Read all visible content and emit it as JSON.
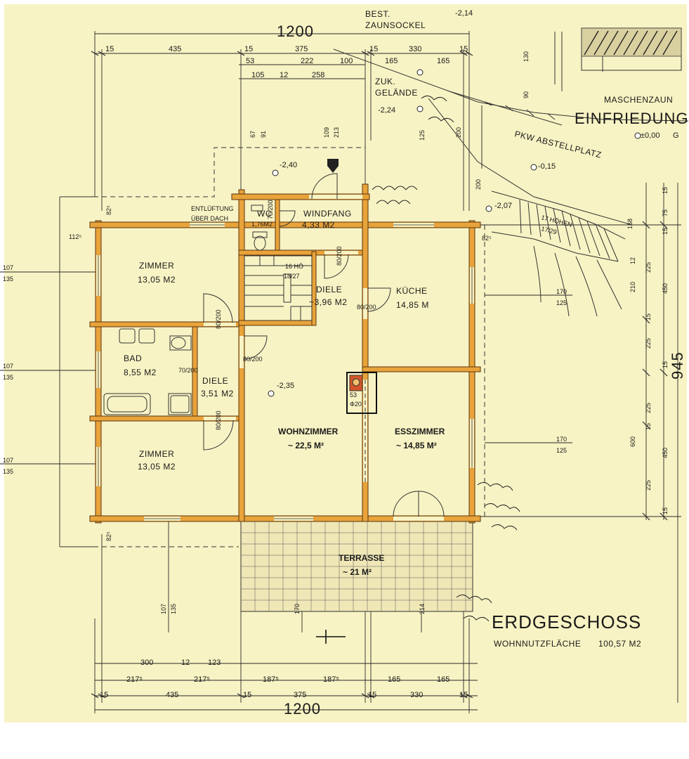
{
  "plan": {
    "title": "ERDGESCHOSS",
    "living_area_label": "WOHNNUTZFLÄCHE",
    "living_area_value": "100,57 M2"
  },
  "site": {
    "fence_label": "MASCHENZAUN",
    "enclosure_label": "EINFRIEDUNG",
    "zero_level": "±0,00",
    "zero_suffix": "G",
    "parking_label": "PKW ABSTELLPLATZ",
    "parking_level": "-0,15",
    "existing_base_1": "BEST.",
    "existing_base_2": "ZAUNSOCKEL",
    "future_ground_1": "ZUK.",
    "future_ground_2": "GELÄNDE",
    "level_a": "-2,14",
    "level_b": "-2,24",
    "level_c": "-2,40",
    "level_d": "-2,07",
    "level_e": "-2,35",
    "vent_1": "ENTLÜFTUNG",
    "vent_2": "ÜBER DACH",
    "stair_outer_1": "17 HÖHEN",
    "stair_outer_2": "17/29",
    "stair_inner_1": "16 HÖ",
    "stair_inner_2": "18/27"
  },
  "rooms": {
    "wc_name": "WC",
    "wc_area": "1,76M2",
    "windfang_name": "WINDFANG",
    "windfang_area": "4,33 M2",
    "zimmer1_name": "ZIMMER",
    "zimmer1_area": "13,05 M2",
    "diele1_name": "DIELE",
    "diele1_area": "~3,96 M2",
    "kueche_name": "KÜCHE",
    "kueche_area": "14,85 M",
    "bad_name": "BAD",
    "bad_area": "8,55 M2",
    "diele2_name": "DIELE",
    "diele2_area": "3,51 M2",
    "wohnzimmer_name": "WOHNZIMMER",
    "wohnzimmer_area": "~ 22,5 M²",
    "esszimmer_name": "ESSZIMMER",
    "esszimmer_area": "~ 14,85 M²",
    "zimmer2_name": "ZIMMER",
    "zimmer2_area": "13,05 M2",
    "terrasse_name": "TERRASSE",
    "terrasse_area": "~ 21 M²"
  },
  "doors": {
    "d1": "70/200",
    "d2": "80/200",
    "d3": "80/200",
    "d4": "80/200",
    "d5": "80/200",
    "d6": "70/200",
    "d7": "80/200"
  },
  "chimney": {
    "top": "53",
    "label": "Ф20"
  },
  "dims_top": {
    "overall": "1200",
    "r1": [
      "15",
      "435",
      "15",
      "375",
      "15",
      "330",
      "15"
    ],
    "r2": [
      "53",
      "222",
      "100",
      "165",
      "165"
    ],
    "r3": [
      "105",
      "12",
      "258"
    ],
    "v": [
      "67",
      "91",
      "109",
      "213",
      "125",
      "200",
      "200",
      "130",
      "90"
    ]
  },
  "dims_bottom": {
    "overall": "1200",
    "r1": [
      "300",
      "12",
      "123"
    ],
    "r2": [
      "217⁵",
      "217⁵",
      "187⁵",
      "187⁵",
      "165",
      "165"
    ],
    "r3": [
      "15",
      "435",
      "15",
      "375",
      "15",
      "330",
      "15"
    ],
    "v": [
      "107",
      "135",
      "170",
      "214"
    ]
  },
  "dims_left": {
    "a": "107",
    "b": "135",
    "c": "82⁵",
    "d": "112⁵",
    "e": "82⁵"
  },
  "dims_right": {
    "overall": "945",
    "r1": [
      "15",
      "75",
      "15",
      "225",
      "15",
      "225",
      "15",
      "225",
      "15",
      "225",
      "15"
    ],
    "r2": [
      "168",
      "450",
      "600",
      "450"
    ],
    "r3": [
      "170",
      "125",
      "170",
      "125",
      "210",
      "12"
    ],
    "c": "82⁵"
  }
}
